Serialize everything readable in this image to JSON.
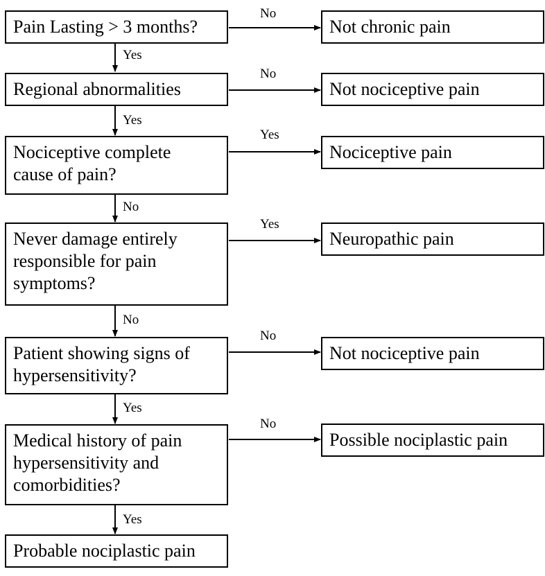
{
  "decisions": [
    {
      "lines": [
        "Pain Lasting > 3 months?"
      ],
      "down_label": "Yes",
      "right_label": "No",
      "outcome": "Not chronic pain"
    },
    {
      "lines": [
        "Regional abnormalities"
      ],
      "down_label": "Yes",
      "right_label": "No",
      "outcome": "Not nociceptive pain"
    },
    {
      "lines": [
        "Nociceptive complete",
        "cause of pain?"
      ],
      "down_label": "No",
      "right_label": "Yes",
      "outcome": "Nociceptive pain"
    },
    {
      "lines": [
        "Never damage entirely",
        "responsible for pain",
        "symptoms?"
      ],
      "down_label": "No",
      "right_label": "Yes",
      "outcome": "Neuropathic pain"
    },
    {
      "lines": [
        "Patient showing signs of",
        "hypersensitivity?"
      ],
      "down_label": "Yes",
      "right_label": "No",
      "outcome": "Not nociceptive pain"
    },
    {
      "lines": [
        "Medical history of pain",
        "hypersensitivity and",
        "comorbidities?"
      ],
      "down_label": "Yes",
      "right_label": "No",
      "outcome": "Possible nociplastic pain"
    }
  ],
  "final": {
    "label": "Probable nociplastic pain"
  }
}
